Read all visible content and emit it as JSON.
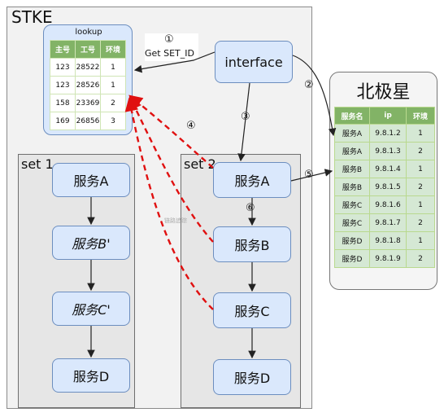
{
  "stke": {
    "label": "STKE"
  },
  "set1": {
    "label": "set 1",
    "nodes": [
      "服务A",
      "服务B'",
      "服务C'",
      "服务D"
    ]
  },
  "set2": {
    "label": "set 2",
    "nodes": [
      "服务A",
      "服务B",
      "服务C",
      "服务D"
    ]
  },
  "interface": {
    "label": "interface"
  },
  "get_set_id": {
    "number": "①",
    "label": "Get SET_ID"
  },
  "steps": {
    "s2": "②",
    "s3": "③",
    "s4": "④",
    "s5": "⑤",
    "s6": "⑥"
  },
  "overlap_text": "链路追踪",
  "lookup": {
    "title": "lookup",
    "headers": [
      "主号",
      "工号",
      "环境"
    ],
    "rows": [
      [
        "123",
        "28522",
        "1"
      ],
      [
        "123",
        "28526",
        "1"
      ],
      [
        "158",
        "23369",
        "2"
      ],
      [
        "169",
        "26856",
        "3"
      ]
    ]
  },
  "polaris": {
    "title": "北极星",
    "headers": [
      "服务名",
      "ip",
      "环境"
    ],
    "rows": [
      [
        "服务A",
        "9.8.1.2",
        "1"
      ],
      [
        "服务A",
        "9.8.1.3",
        "2"
      ],
      [
        "服务B",
        "9.8.1.4",
        "1"
      ],
      [
        "服务B",
        "9.8.1.5",
        "2"
      ],
      [
        "服务C",
        "9.8.1.6",
        "1"
      ],
      [
        "服务C",
        "9.8.1.7",
        "2"
      ],
      [
        "服务D",
        "9.8.1.8",
        "1"
      ],
      [
        "服务D",
        "9.8.1.9",
        "2"
      ]
    ]
  },
  "colors": {
    "node_fill": "#dae8fc",
    "node_border": "#6c8ebf",
    "table_header": "#82b366",
    "table_cell": "#d5e8d4",
    "red_dashed": "#e01010"
  }
}
